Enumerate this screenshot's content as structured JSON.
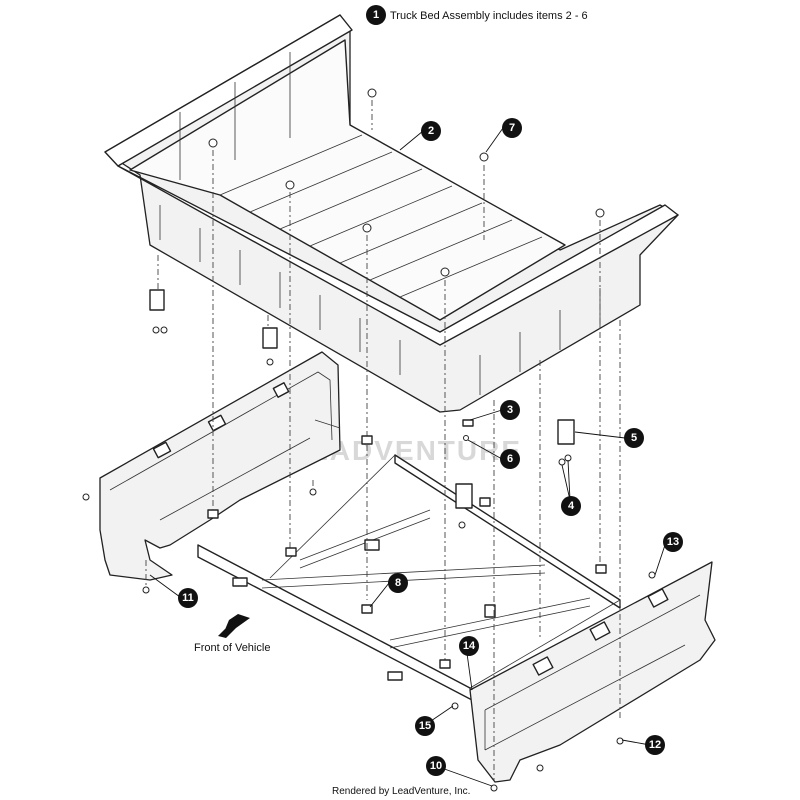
{
  "diagram": {
    "header_callout_number": "1",
    "header_text": "Truck Bed Assembly includes items 2 - 6",
    "front_label": "Front of Vehicle",
    "footer_text": "Rendered by LeadVenture, Inc.",
    "watermark_text": "LEADVENTURE",
    "callouts": [
      {
        "number": "2"
      },
      {
        "number": "3"
      },
      {
        "number": "4"
      },
      {
        "number": "5"
      },
      {
        "number": "6"
      },
      {
        "number": "7"
      },
      {
        "number": "8"
      },
      {
        "number": "10"
      },
      {
        "number": "11"
      },
      {
        "number": "12"
      },
      {
        "number": "13"
      },
      {
        "number": "14"
      },
      {
        "number": "15"
      }
    ]
  }
}
